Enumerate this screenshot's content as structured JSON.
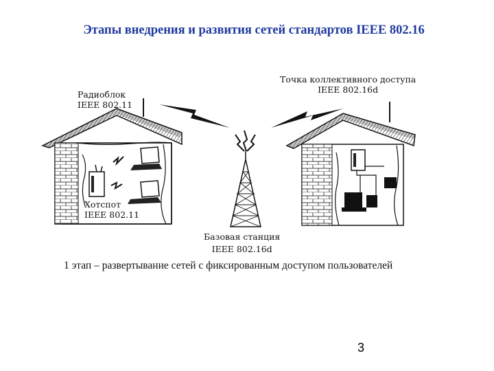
{
  "title": "Этапы внедрения и развития сетей стандартов IEEE 802.16",
  "labels": {
    "radio_block": [
      "Радиоблок",
      "IEEE 802.11"
    ],
    "hotspot": [
      "Хотспот",
      "IEEE 802.11"
    ],
    "base_station": [
      "Базовая станция",
      "IEEE 802.16d"
    ],
    "access_point": [
      "Точка коллективного доступа",
      "IEEE 802.16d"
    ]
  },
  "caption": "1 этап – развертывание сетей с фиксированным доступом пользователей",
  "page_number": "3",
  "icons": [
    "house-icon",
    "antenna-icon",
    "radio-tower-icon",
    "wireless-link-icon",
    "laptop-icon",
    "router-icon",
    "desktop-computer-icon"
  ]
}
